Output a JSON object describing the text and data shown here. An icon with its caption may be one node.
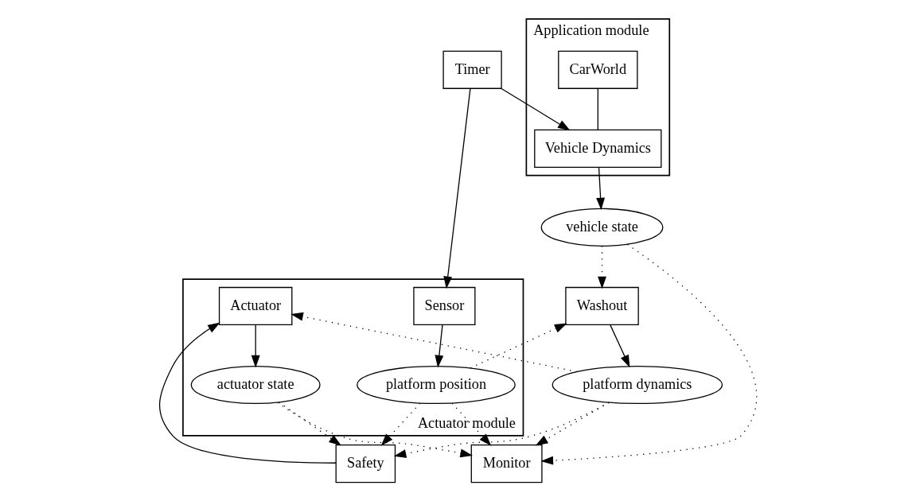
{
  "diagram": {
    "nodes": [
      {
        "text": [
          "Application module"
        ]
      },
      {
        "text": [
          "CarWorld"
        ],
        "in": 0
      },
      {
        "text": [
          "Vehicle Dynamics"
        ],
        "in": 0
      },
      {
        "text": [
          "vehicle state"
        ]
      },
      {
        "text": [
          "Washout"
        ]
      },
      {
        "text": [
          "platform dynamics"
        ]
      },
      {
        "text": [
          "Safety"
        ]
      },
      {
        "text": [
          "Actuator module"
        ]
      },
      {
        "text": [
          "Actuator"
        ],
        "in": 7
      },
      {
        "text": [
          "actuator state"
        ],
        "in": 7
      },
      {
        "text": [
          "platform position"
        ],
        "in": 7
      },
      {
        "text": [
          "Sensor"
        ],
        "in": 7
      },
      {
        "text": [
          "Monitor"
        ]
      },
      {
        "text": [
          "Timer"
        ]
      }
    ],
    "edges": [
      {
        "from": 1,
        "to": 2,
        "arrow": "none"
      },
      {
        "from": 2,
        "to": 3,
        "arrow": "to"
      },
      {
        "from": 13,
        "to": 2,
        "arrow": "to"
      },
      {
        "from": 3,
        "to": 4,
        "arrow": "to",
        "style": "dashed"
      },
      {
        "from": 4,
        "to": 5,
        "arrow": "to"
      },
      {
        "from": 5,
        "to": 6,
        "arrow": "to",
        "style": "dashed"
      },
      {
        "from": 5,
        "to": 8,
        "arrow": "to",
        "style": "dashed"
      },
      {
        "from": 6,
        "to": 8,
        "arrow": "to"
      },
      {
        "from": 8,
        "to": 9,
        "arrow": "to"
      },
      {
        "from": 9,
        "to": 6,
        "arrow": "to",
        "style": "dashed"
      },
      {
        "from": 10,
        "to": 4,
        "arrow": "to",
        "style": "dashed"
      },
      {
        "from": 10,
        "to": 6,
        "arrow": "to",
        "style": "dashed"
      },
      {
        "from": 11,
        "to": 10,
        "arrow": "to"
      },
      {
        "from": 13,
        "to": 11,
        "arrow": "to"
      },
      {
        "from": 3,
        "to": 12,
        "arrow": "to",
        "style": "dashed"
      },
      {
        "from": 5,
        "to": 12,
        "arrow": "to",
        "style": "dashed"
      },
      {
        "from": 9,
        "to": 12,
        "arrow": "to",
        "style": "dashed"
      },
      {
        "from": 10,
        "to": 12,
        "arrow": "to",
        "style": "dashed"
      }
    ]
  }
}
